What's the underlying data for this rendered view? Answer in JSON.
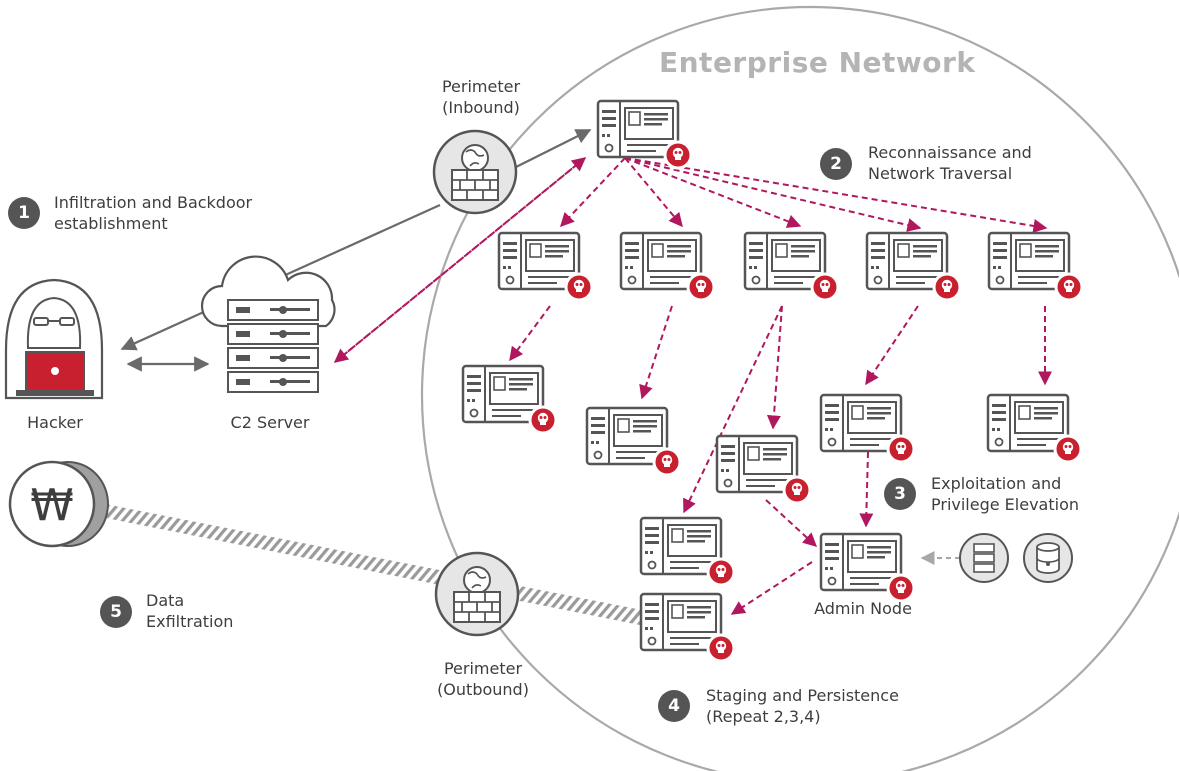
{
  "network_title": "Enterprise Network",
  "actors": {
    "hacker": "Hacker",
    "c2_server": "C2 Server",
    "perimeter_inbound": [
      "Perimeter",
      "(Inbound)"
    ],
    "perimeter_outbound": [
      "Perimeter",
      "(Outbound)"
    ],
    "admin_node": "Admin Node",
    "currency_symbol": "₩"
  },
  "steps": [
    {
      "number": "1",
      "lines": [
        "Infiltration and Backdoor",
        "establishment"
      ]
    },
    {
      "number": "2",
      "lines": [
        "Reconnaissance and",
        "Network Traversal"
      ]
    },
    {
      "number": "3",
      "lines": [
        "Exploitation and",
        "Privilege Elevation"
      ]
    },
    {
      "number": "4",
      "lines": [
        "Staging and Persistence",
        "(Repeat 2,3,4)"
      ]
    },
    {
      "number": "5",
      "lines": [
        "Data",
        "Exfiltration"
      ]
    }
  ],
  "colors": {
    "attack_arrow": "#b0175f",
    "compromise_badge": "#c8202e",
    "hacker_laptop": "#c8202e",
    "badge_fill": "#555555",
    "title": "#b4b4b4"
  }
}
